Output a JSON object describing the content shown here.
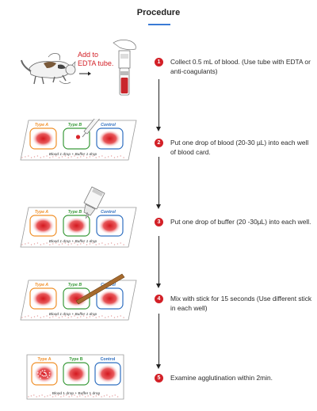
{
  "title": "Procedure",
  "callout": {
    "line1": "Add to",
    "line2": "EDTA tube."
  },
  "card": {
    "well_a": "Type A",
    "well_b": "Type B",
    "well_control": "Control",
    "footer": "Blood 1 drop + Buffer 1 drop"
  },
  "steps": [
    {
      "num": "1",
      "text": "Collect 0.5 mL of blood. (Use tube with EDTA or anti-coagulants)"
    },
    {
      "num": "2",
      "text": "Put one drop of blood (20-30 µL) into each well of blood card."
    },
    {
      "num": "3",
      "text": "Put one drop of buffer (20 -30µL) into each well."
    },
    {
      "num": "4",
      "text": "Mix with stick for 15 seconds (Use different stick in each well)"
    },
    {
      "num": "5",
      "text": "Examine agglutination within 2min."
    }
  ],
  "colors": {
    "type_a": "#f0902a",
    "type_b": "#3a9a3a",
    "control": "#2f6fc0",
    "step_badge": "#d32027",
    "blood": "#d8252b"
  }
}
